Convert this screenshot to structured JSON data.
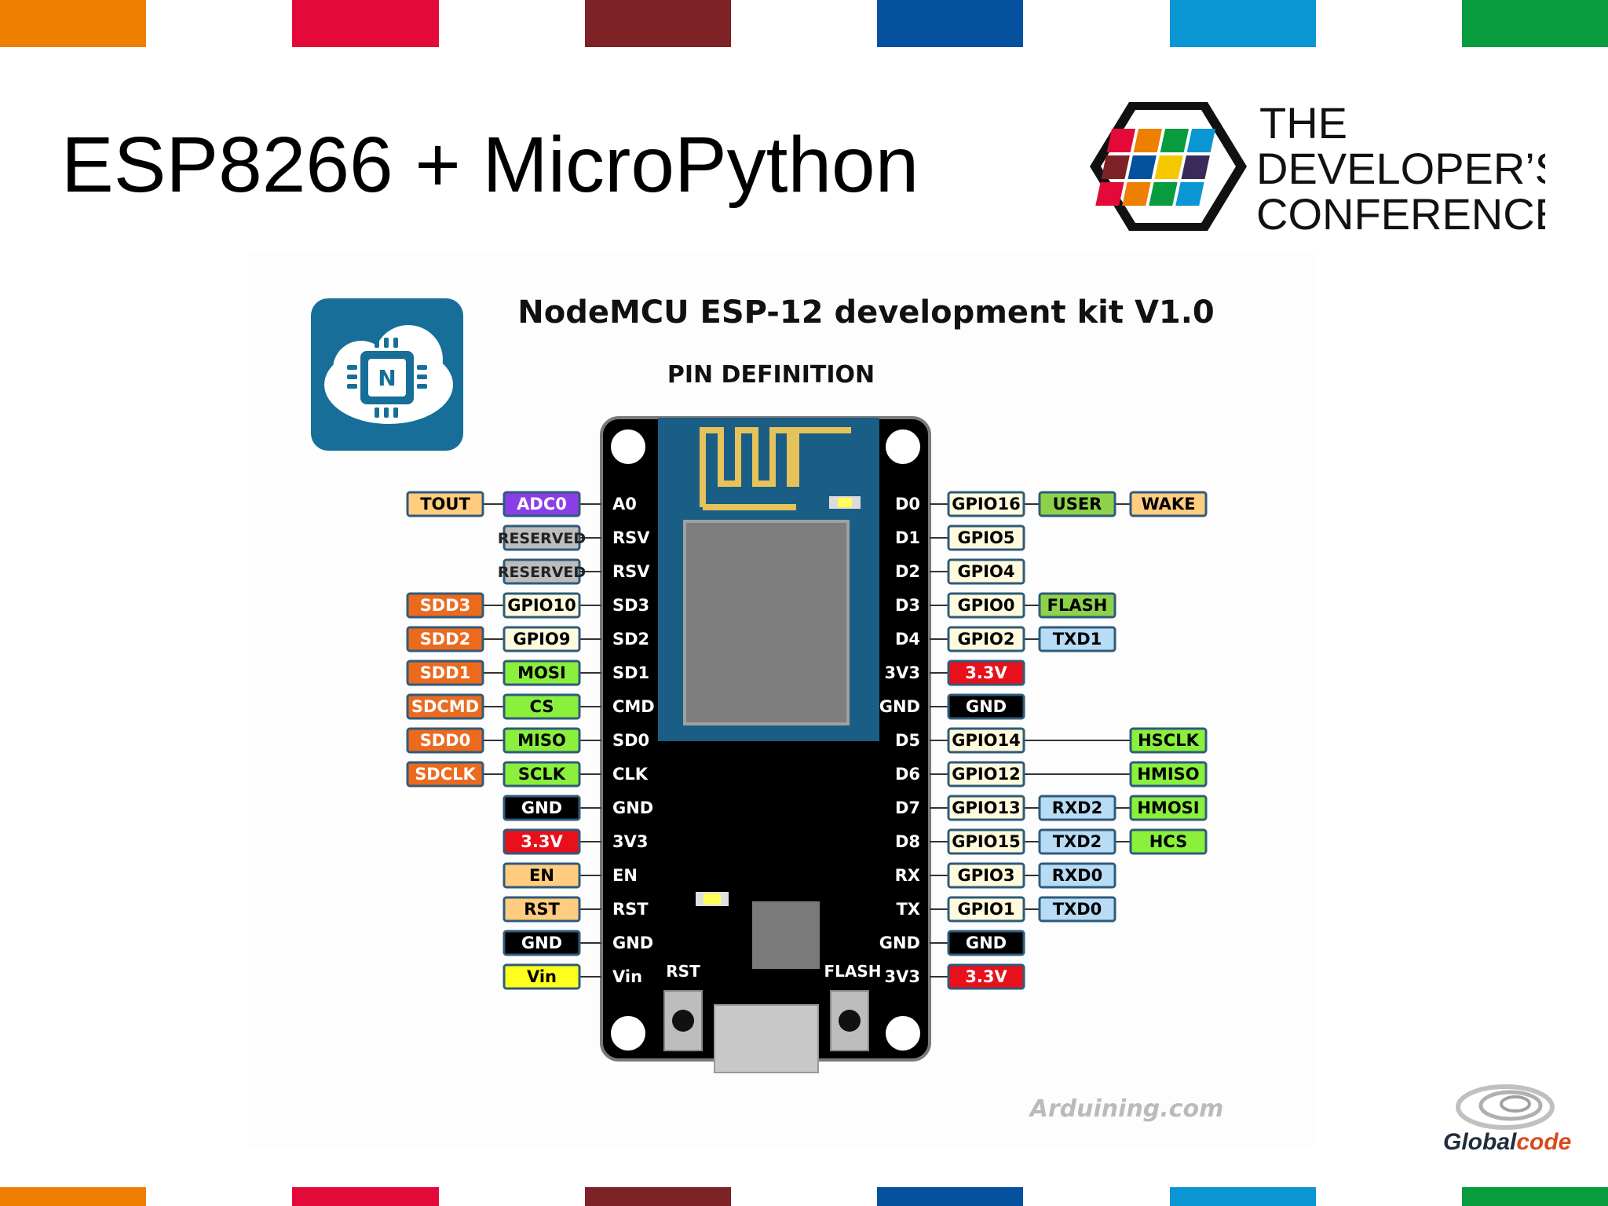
{
  "slide": {
    "title": "ESP8266 + MicroPython",
    "stripe_colors": [
      "#ee7f00",
      "#e30a3a",
      "#7d2226",
      "#04529d",
      "#0996d3",
      "#089c3f"
    ]
  },
  "conference_logo": {
    "lines": [
      "THE",
      "DEVELOPER’S",
      "CONFERENCE"
    ],
    "cube_colors": [
      "#e30a3a",
      "#ee7f00",
      "#089c3f",
      "#0996d3",
      "#7d2226",
      "#04529d",
      "#f5c800",
      "#3a2a5a"
    ]
  },
  "diagram": {
    "title": "NodeMCU ESP-12 development kit V1.0",
    "subtitle": "PIN DEFINITION",
    "watermark": "Arduining.com",
    "nodemcu_logo_letter": "N",
    "board_labels": {
      "rst": "RST",
      "flash": "FLASH"
    },
    "left_pins": [
      {
        "pin": "A0",
        "labels": [
          {
            "text": "ADC0",
            "c": "purple"
          },
          {
            "text": "TOUT",
            "c": "tan"
          }
        ]
      },
      {
        "pin": "RSV",
        "labels": [
          {
            "text": "RESERVED",
            "c": "grey"
          }
        ]
      },
      {
        "pin": "RSV",
        "labels": [
          {
            "text": "RESERVED",
            "c": "grey"
          }
        ]
      },
      {
        "pin": "SD3",
        "labels": [
          {
            "text": "GPIO10",
            "c": "cream"
          },
          {
            "text": "SDD3",
            "c": "orange"
          }
        ]
      },
      {
        "pin": "SD2",
        "labels": [
          {
            "text": "GPIO9",
            "c": "cream"
          },
          {
            "text": "SDD2",
            "c": "orange"
          }
        ]
      },
      {
        "pin": "SD1",
        "labels": [
          {
            "text": "MOSI",
            "c": "green"
          },
          {
            "text": "SDD1",
            "c": "orange"
          }
        ]
      },
      {
        "pin": "CMD",
        "labels": [
          {
            "text": "CS",
            "c": "green"
          },
          {
            "text": "SDCMD",
            "c": "orange"
          }
        ]
      },
      {
        "pin": "SD0",
        "labels": [
          {
            "text": "MISO",
            "c": "green"
          },
          {
            "text": "SDD0",
            "c": "orange"
          }
        ]
      },
      {
        "pin": "CLK",
        "labels": [
          {
            "text": "SCLK",
            "c": "green"
          },
          {
            "text": "SDCLK",
            "c": "orange"
          }
        ]
      },
      {
        "pin": "GND",
        "labels": [
          {
            "text": "GND",
            "c": "black"
          }
        ]
      },
      {
        "pin": "3V3",
        "labels": [
          {
            "text": "3.3V",
            "c": "red"
          }
        ]
      },
      {
        "pin": "EN",
        "labels": [
          {
            "text": "EN",
            "c": "tan"
          }
        ]
      },
      {
        "pin": "RST",
        "labels": [
          {
            "text": "RST",
            "c": "tan"
          }
        ]
      },
      {
        "pin": "GND",
        "labels": [
          {
            "text": "GND",
            "c": "black"
          }
        ]
      },
      {
        "pin": "Vin",
        "labels": [
          {
            "text": "Vin",
            "c": "yellow"
          }
        ]
      }
    ],
    "right_pins": [
      {
        "pin": "D0",
        "labels": [
          {
            "text": "GPIO16",
            "c": "cream"
          },
          {
            "text": "USER",
            "c": "lgreen"
          },
          {
            "text": "WAKE",
            "c": "tan"
          }
        ]
      },
      {
        "pin": "D1",
        "labels": [
          {
            "text": "GPIO5",
            "c": "cream"
          }
        ]
      },
      {
        "pin": "D2",
        "labels": [
          {
            "text": "GPIO4",
            "c": "cream"
          }
        ]
      },
      {
        "pin": "D3",
        "labels": [
          {
            "text": "GPIO0",
            "c": "cream"
          },
          {
            "text": "FLASH",
            "c": "lgreen"
          }
        ]
      },
      {
        "pin": "D4",
        "labels": [
          {
            "text": "GPIO2",
            "c": "cream"
          },
          {
            "text": "TXD1",
            "c": "blue"
          }
        ]
      },
      {
        "pin": "3V3",
        "labels": [
          {
            "text": "3.3V",
            "c": "red"
          }
        ]
      },
      {
        "pin": "GND",
        "labels": [
          {
            "text": "GND",
            "c": "black"
          }
        ]
      },
      {
        "pin": "D5",
        "labels": [
          {
            "text": "GPIO14",
            "c": "cream"
          },
          null,
          {
            "text": "HSCLK",
            "c": "green"
          }
        ]
      },
      {
        "pin": "D6",
        "labels": [
          {
            "text": "GPIO12",
            "c": "cream"
          },
          null,
          {
            "text": "HMISO",
            "c": "green"
          }
        ]
      },
      {
        "pin": "D7",
        "labels": [
          {
            "text": "GPIO13",
            "c": "cream"
          },
          {
            "text": "RXD2",
            "c": "blue"
          },
          {
            "text": "HMOSI",
            "c": "green"
          }
        ]
      },
      {
        "pin": "D8",
        "labels": [
          {
            "text": "GPIO15",
            "c": "cream"
          },
          {
            "text": "TXD2",
            "c": "blue"
          },
          {
            "text": "HCS",
            "c": "green"
          }
        ]
      },
      {
        "pin": "RX",
        "labels": [
          {
            "text": "GPIO3",
            "c": "cream"
          },
          {
            "text": "RXD0",
            "c": "blue"
          }
        ]
      },
      {
        "pin": "TX",
        "labels": [
          {
            "text": "GPIO1",
            "c": "cream"
          },
          {
            "text": "TXD0",
            "c": "blue"
          }
        ]
      },
      {
        "pin": "GND",
        "labels": [
          {
            "text": "GND",
            "c": "black"
          }
        ]
      },
      {
        "pin": "3V3",
        "labels": [
          {
            "text": "3.3V",
            "c": "red"
          }
        ]
      }
    ],
    "label_colors": {
      "purple": {
        "bg": "#8a3ee8",
        "fg": "#ffffff"
      },
      "tan": {
        "bg": "#ffcc80",
        "fg": "#000000"
      },
      "grey": {
        "bg": "#bdbdbd",
        "fg": "#222222"
      },
      "cream": {
        "bg": "#fffadc",
        "fg": "#000000"
      },
      "orange": {
        "bg": "#ec6a1e",
        "fg": "#ffffff"
      },
      "green": {
        "bg": "#8af03c",
        "fg": "#000000"
      },
      "lgreen": {
        "bg": "#8ed24c",
        "fg": "#000000"
      },
      "black": {
        "bg": "#000000",
        "fg": "#ffffff"
      },
      "red": {
        "bg": "#e8101a",
        "fg": "#ffffff"
      },
      "yellow": {
        "bg": "#ffff1e",
        "fg": "#000000"
      },
      "blue": {
        "bg": "#b8dcf5",
        "fg": "#000000"
      }
    }
  },
  "globalcode": {
    "text_dark": "Global",
    "text_accent": "code"
  }
}
